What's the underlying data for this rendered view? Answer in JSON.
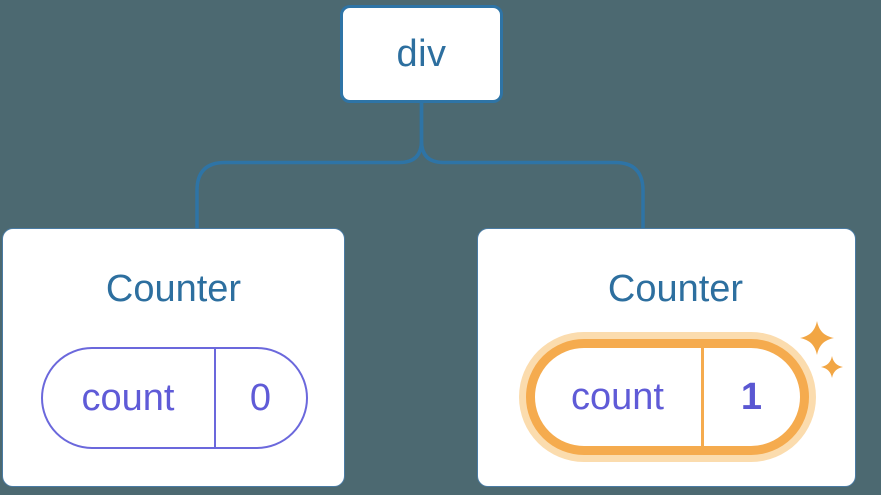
{
  "diagram": {
    "description": "React component tree: a div root with two Counter children; the second Counter's state was just updated",
    "root": {
      "label": "div"
    },
    "children": [
      {
        "title": "Counter",
        "state": {
          "key": "count",
          "value": "0"
        },
        "highlighted": false
      },
      {
        "title": "Counter",
        "state": {
          "key": "count",
          "value": "1"
        },
        "highlighted": true
      }
    ]
  },
  "icons": {
    "sparkle_large": "sparkle-icon",
    "sparkle_small": "sparkle-icon"
  },
  "colors": {
    "background": "#4c6971",
    "connector_line": "#2e74a6",
    "node_border": "#2e74a6",
    "node_text": "#2d6f9f",
    "card_background": "#ffffff",
    "state_purple_text": "#5f5bd7",
    "state_purple_border": "#6b68dc",
    "highlight_orange": "#f5ab4e",
    "highlight_glow": "#fbdcae",
    "sparkle_orange": "#f2a644"
  }
}
